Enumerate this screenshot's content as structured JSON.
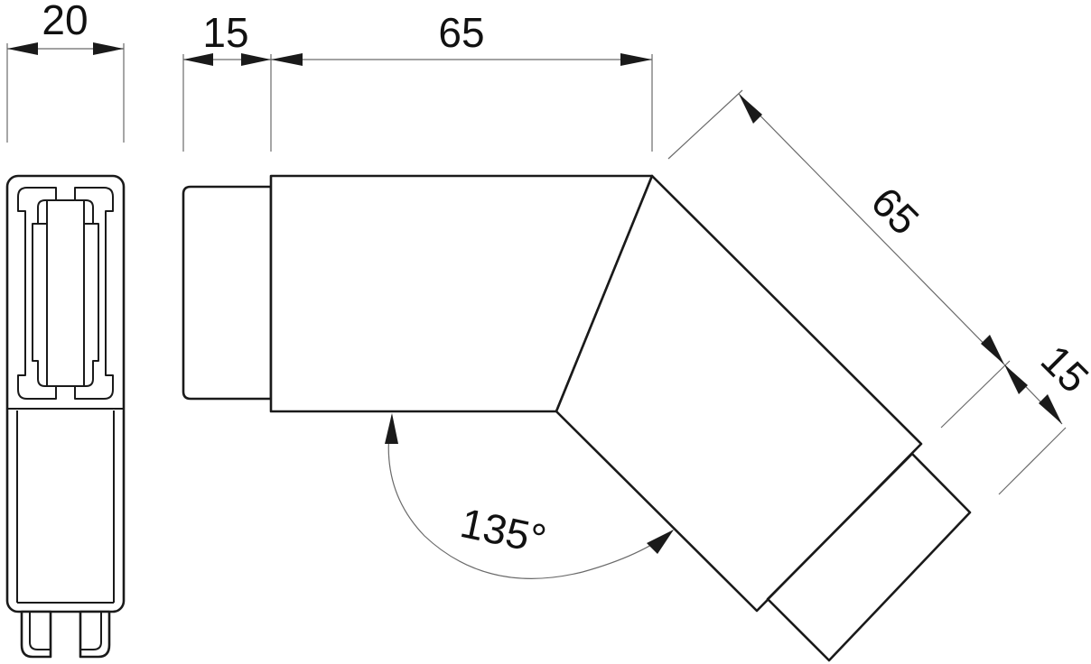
{
  "dimensions": {
    "side_width": "20",
    "insert_length": "15",
    "leg_length": "65",
    "angled_leg_length": "65",
    "angled_insert_length": "15",
    "angle": "135°"
  },
  "colors": {
    "line": "#1a1a1a",
    "dimension_line": "#6a6a6a",
    "background": "#ffffff"
  }
}
